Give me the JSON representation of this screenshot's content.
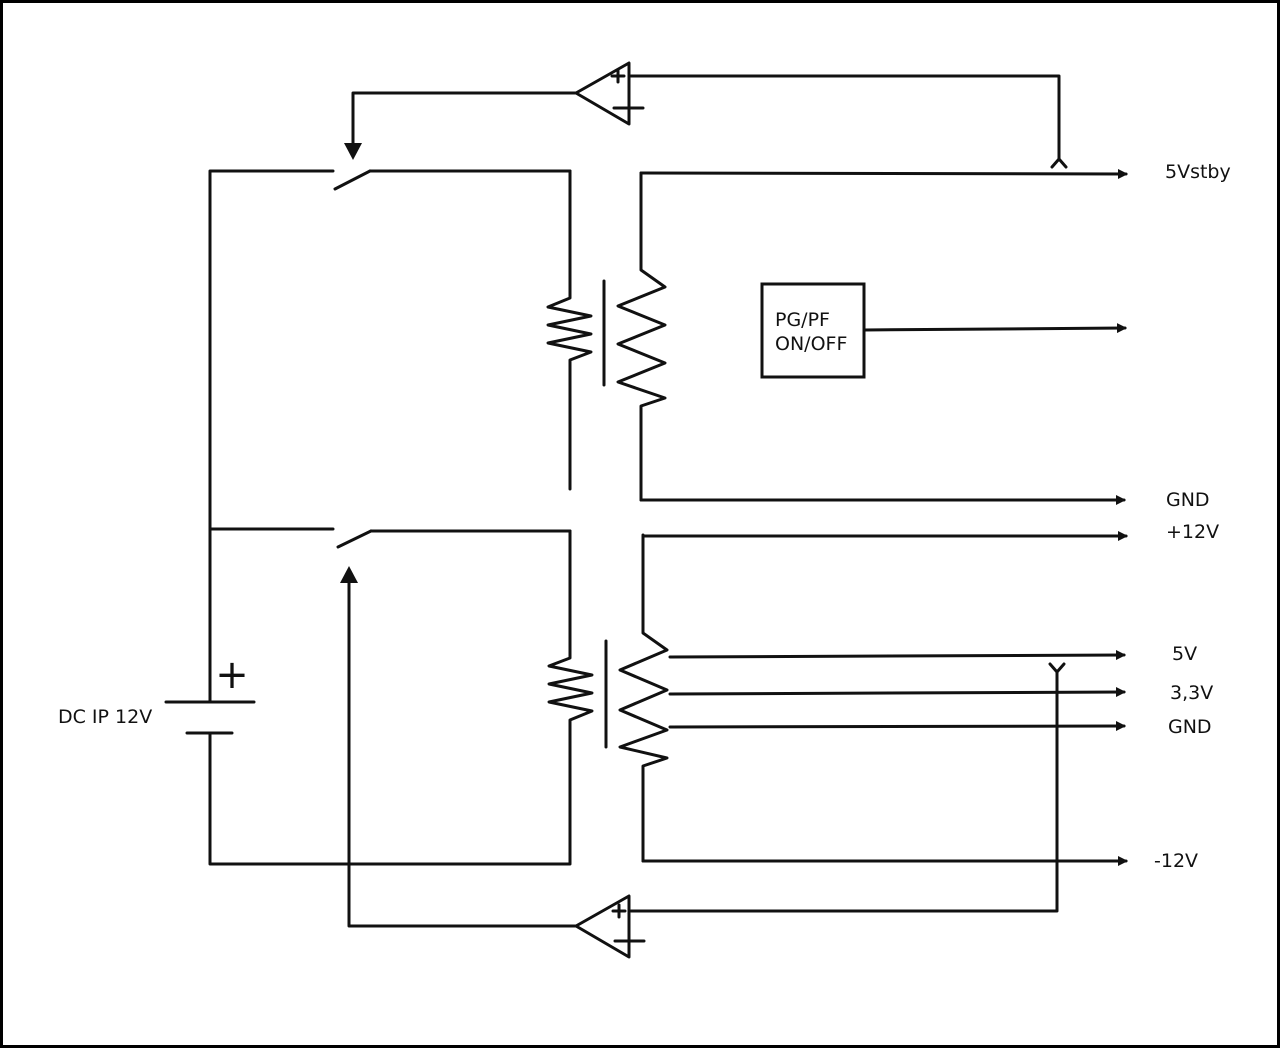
{
  "source": {
    "label": "DC IP 12V",
    "plus_symbol": "+"
  },
  "block": {
    "line1": "PG/PF",
    "line2": "ON/OFF"
  },
  "opamp_symbols": {
    "plus": "+",
    "minus": "−"
  },
  "outputs": [
    {
      "label": "5Vstby"
    },
    {
      "label": "GND"
    },
    {
      "label": "+12V"
    },
    {
      "label": "5V"
    },
    {
      "label": "3,3V"
    },
    {
      "label": "GND"
    },
    {
      "label": "-12V"
    }
  ],
  "colors": {
    "line": "#111111",
    "border": "#000000",
    "background": "#ffffff"
  }
}
